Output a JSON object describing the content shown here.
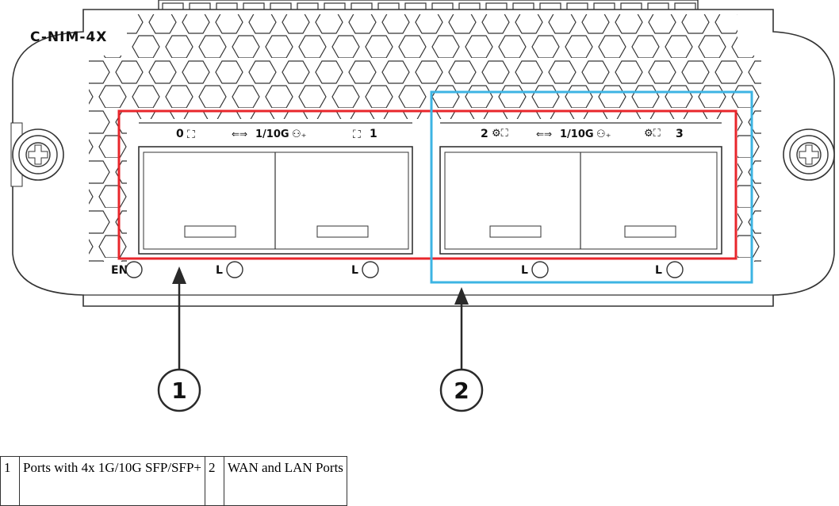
{
  "model_label": "C-NIM-4X",
  "port_labels": {
    "left": {
      "port0": "0",
      "speed": "1/10G",
      "port1": "1"
    },
    "right": {
      "port2": "2",
      "speed": "1/10G",
      "port3": "3"
    }
  },
  "led_labels": {
    "enable": "EN",
    "link": "L"
  },
  "callouts": [
    "1",
    "2"
  ],
  "legend": [
    {
      "number": "1",
      "text": "Ports with 4x 1G/10G SFP/SFP+"
    },
    {
      "number": "2",
      "text": "WAN and LAN Ports"
    }
  ],
  "colors": {
    "callout_1_box": "#e8262b",
    "callout_2_box": "#3db4e3",
    "line": "#2a2a2a"
  },
  "icons": [
    "network-icon",
    "transceiver-icon",
    "arrow-icon",
    "thumbscrew-icon"
  ]
}
